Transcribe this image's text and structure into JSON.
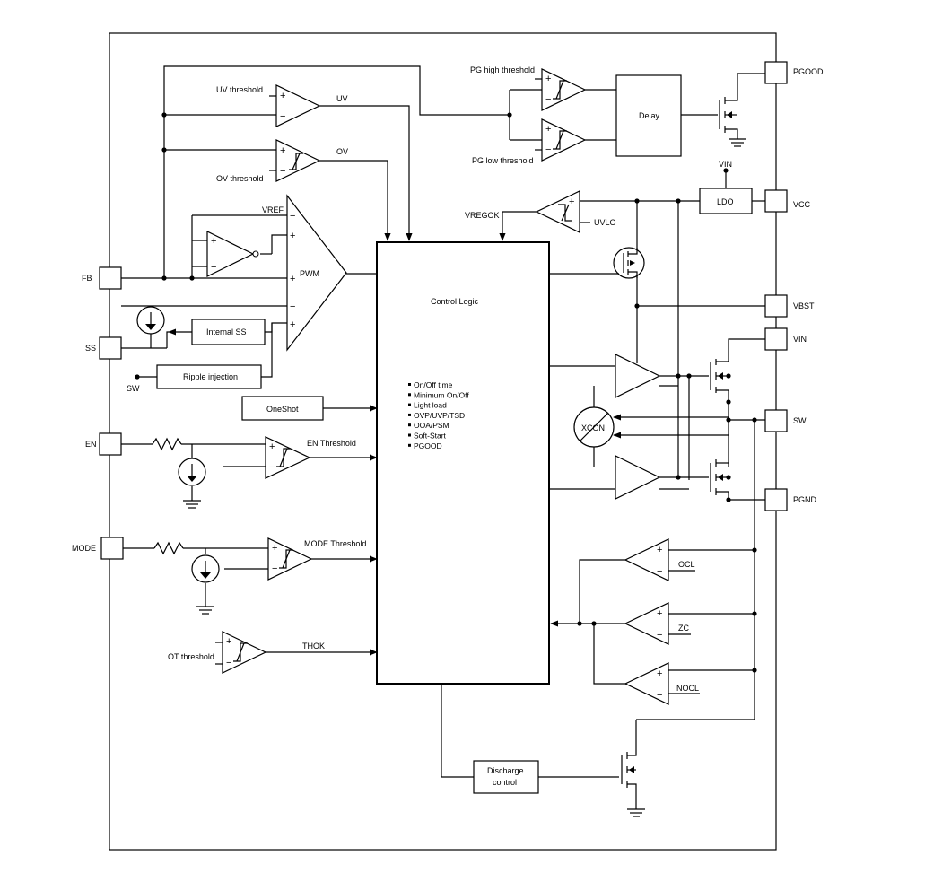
{
  "pins": {
    "pgood": "PGOOD",
    "vcc": "VCC",
    "vbst": "VBST",
    "vin": "VIN",
    "sw": "SW",
    "pgnd": "PGND",
    "fb": "FB",
    "ss": "SS",
    "en": "EN",
    "mode": "MODE"
  },
  "labels": {
    "uv_threshold": "UV threshold",
    "uv": "UV",
    "ov": "OV",
    "ov_threshold": "OV threshold",
    "vref": "VREF",
    "pwm": "PWM",
    "pg_high": "PG high threshold",
    "pg_low": "PG low threshold",
    "delay": "Delay",
    "vin_top": "VIN",
    "ldo": "LDO",
    "vregok": "VREGOK",
    "uvlo": "UVLO",
    "internal_ss": "Internal SS",
    "sw_in": "SW",
    "ripple": "Ripple injection",
    "oneshot": "OneShot",
    "en_threshold": "EN Threshold",
    "mode_threshold": "MODE Threshold",
    "ot_threshold": "OT threshold",
    "thok": "THOK",
    "xcon": "XCON",
    "ocl": "OCL",
    "zc": "ZC",
    "nocl": "NOCL",
    "discharge_1": "Discharge",
    "discharge_2": "control"
  },
  "control_logic": {
    "title": "Control Logic",
    "items": [
      "On/Off time",
      "Minimum On/Off",
      "Light load",
      "OVP/UVP/TSD",
      "OOA/PSM",
      "Soft-Start",
      "PGOOD"
    ]
  }
}
